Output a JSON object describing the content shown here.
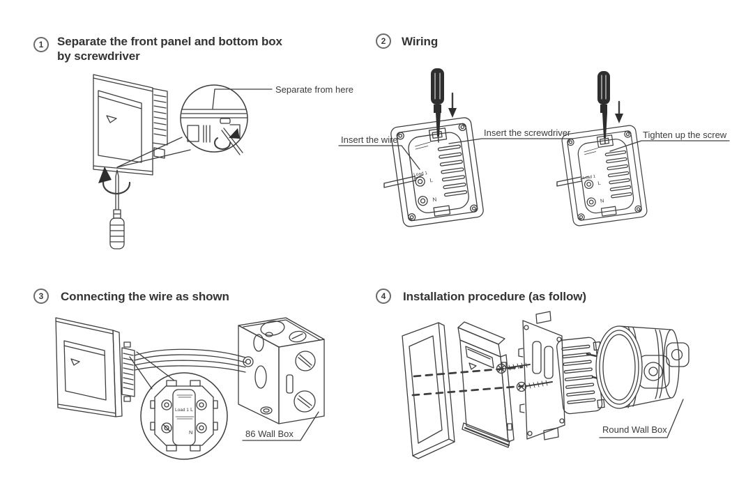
{
  "colors": {
    "background": "#ffffff",
    "line_art": "#3d3d3d",
    "title_text": "#333333",
    "label_text": "#3a3a3a",
    "badge_ring": "#6a6a6a",
    "screwdriver_handle": "#2e2e2e"
  },
  "module": {
    "load": "Load 1",
    "line": "L",
    "neutral": "N"
  },
  "steps": [
    {
      "number": "1",
      "title_line1": "Separate the front panel and bottom box",
      "title_line2": "by screwdriver",
      "callout": "Separate from here"
    },
    {
      "number": "2",
      "title": "Wiring",
      "callouts": {
        "insert_wire": "Insert the wire",
        "insert_screwdriver": "Insert the screwdriver",
        "tighten_screw": "Tighten up the screw"
      }
    },
    {
      "number": "3",
      "title": "Connecting the wire as shown",
      "callouts": {
        "wall_box": "86 Wall Box"
      }
    },
    {
      "number": "4",
      "title": "Installation procedure (as follow)",
      "callouts": {
        "round_wall_box": "Round Wall Box"
      }
    }
  ]
}
